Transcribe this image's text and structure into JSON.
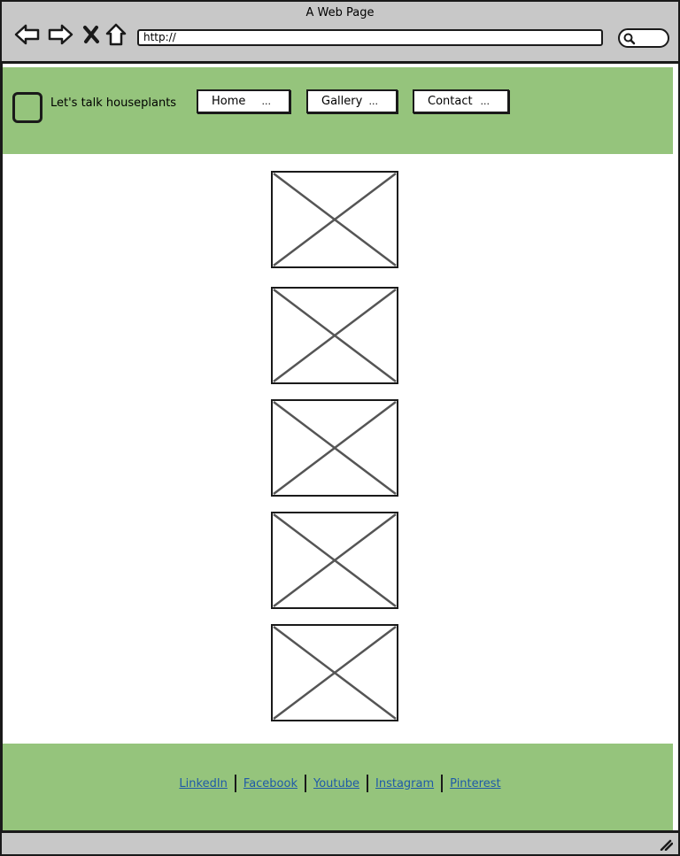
{
  "window": {
    "title": "A Web Page"
  },
  "browser": {
    "url": "http://"
  },
  "header": {
    "site_title": "Let's talk houseplants",
    "nav": [
      {
        "label": "Home",
        "more": "..."
      },
      {
        "label": "Gallery",
        "more": "..."
      },
      {
        "label": "Contact",
        "more": "..."
      }
    ]
  },
  "gallery": {
    "image_count": 5
  },
  "footer": {
    "links": [
      "LinkedIn",
      "Facebook",
      "Youtube",
      "Instagram",
      "Pinterest"
    ]
  },
  "colors": {
    "header_bg": "#95c47c",
    "footer_bg": "#95c47c",
    "chrome_bg": "#c8c8c8",
    "link": "#1f5aa8"
  }
}
